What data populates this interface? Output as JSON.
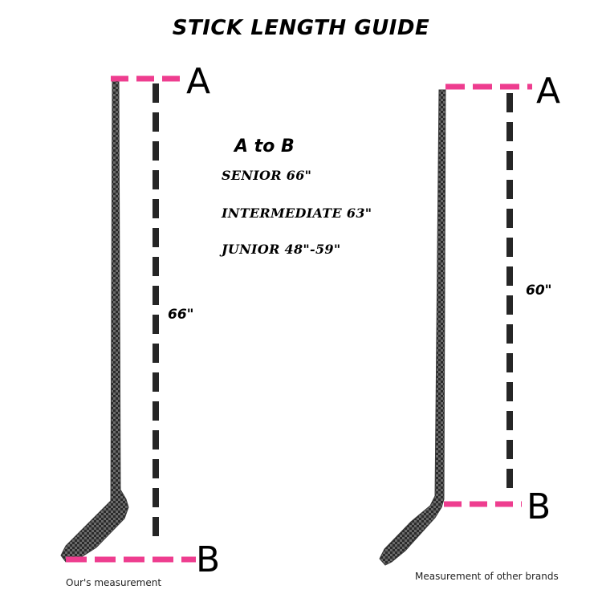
{
  "title": "STICK LENGTH GUIDE",
  "guide": {
    "heading": "A to B",
    "rows": [
      {
        "label": "SENIOR  66\""
      },
      {
        "label": "INTERMEDIATE  63\""
      },
      {
        "label": "JUNIOR  48\"-59\""
      }
    ]
  },
  "left_diagram": {
    "top_label": "A",
    "bottom_label": "B",
    "length_label": "66\"",
    "caption": "Our's measurement"
  },
  "right_diagram": {
    "top_label": "A",
    "bottom_label": "B",
    "length_label": "60\"",
    "caption": "Measurement of other brands"
  },
  "colors": {
    "marker": "#ee3d8f",
    "dash": "#262626",
    "stick_dark": "#2b2b2b",
    "stick_light": "#6a6a6a"
  }
}
